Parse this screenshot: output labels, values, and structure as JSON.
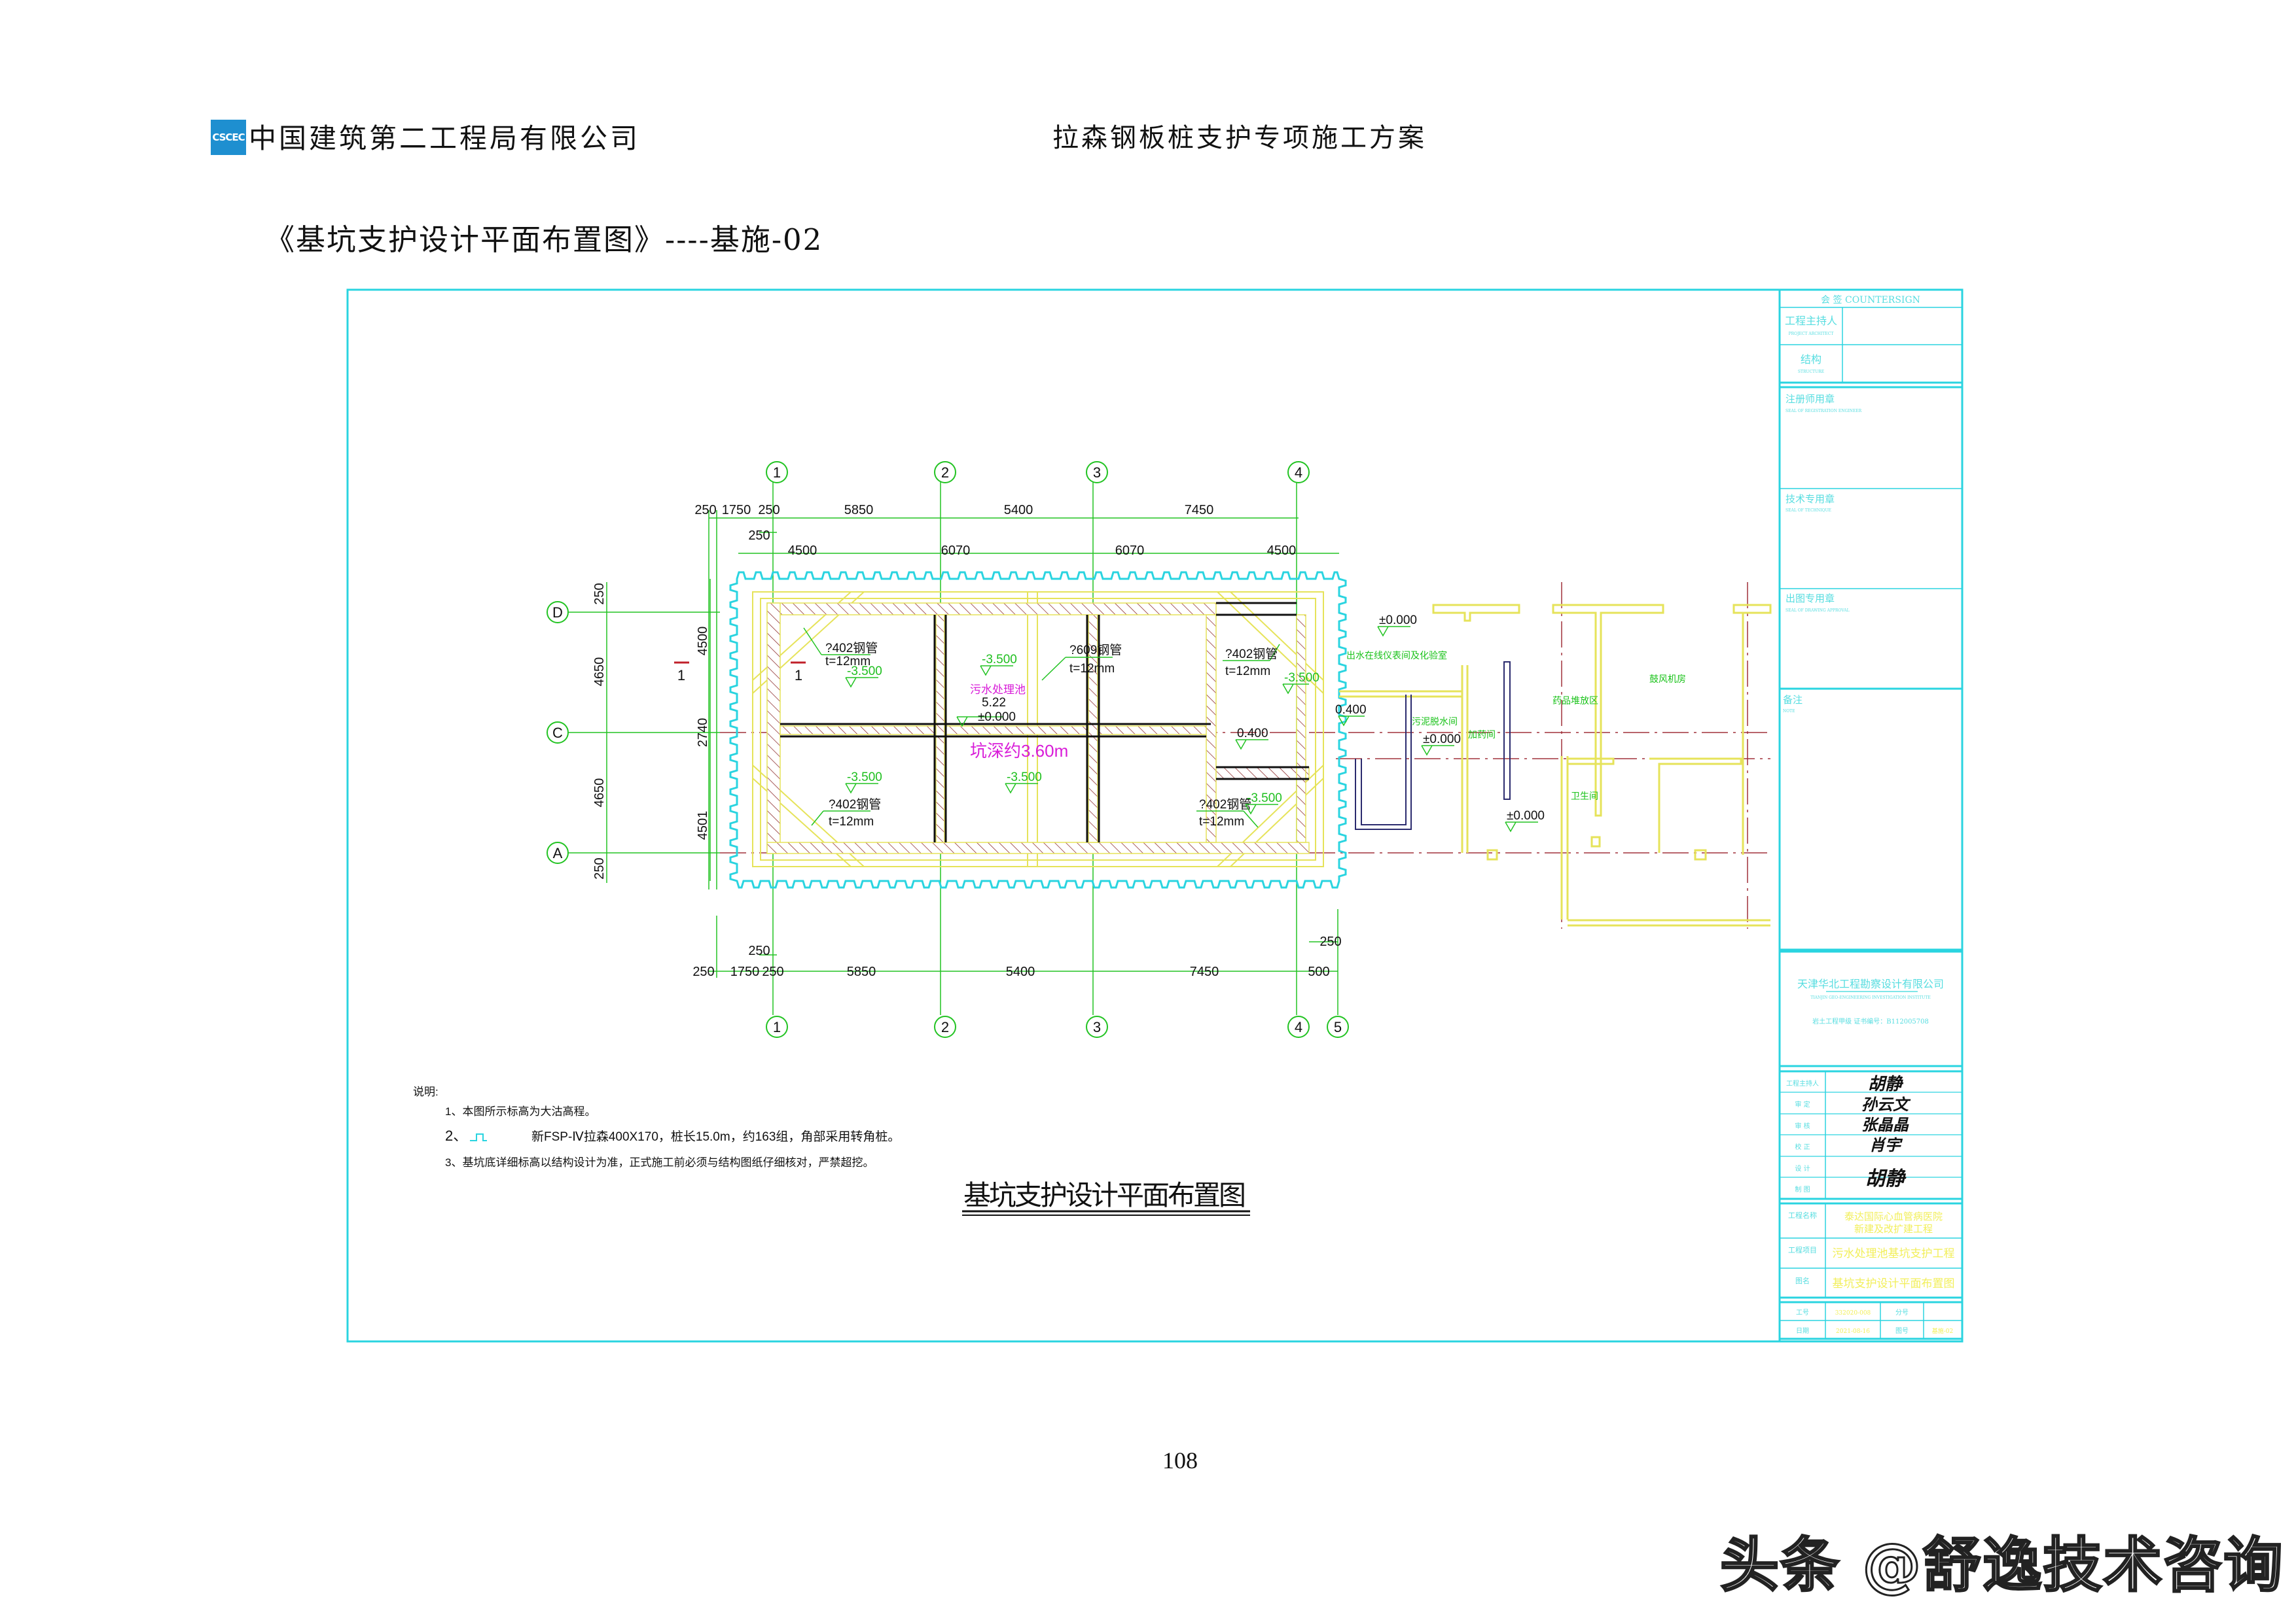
{
  "header": {
    "logo_text": "CSCEC",
    "company": "中国建筑第二工程局有限公司",
    "document_title": "拉森钢板桩支护专项施工方案"
  },
  "subtitle": "《基坑支护设计平面布置图》----基施-02",
  "drawing": {
    "grid_columns": [
      "1",
      "2",
      "3",
      "4",
      "5"
    ],
    "grid_rows": [
      "D",
      "C",
      "A"
    ],
    "dimensions": {
      "top_row1": [
        "250",
        "1750",
        "250",
        "5850",
        "5400",
        "7450"
      ],
      "top_row2": [
        "250"
      ],
      "top_row3": [
        "4500",
        "6070",
        "6070",
        "4500"
      ],
      "bottom_extra": [
        "250",
        "250"
      ],
      "bottom_row": [
        "250",
        "1750",
        "250",
        "5850",
        "5400",
        "7450",
        "500"
      ],
      "left_outer": [
        "250",
        "4650",
        "4650",
        "250"
      ],
      "left_inner": [
        "4500",
        "2740",
        "4501"
      ]
    },
    "section_mark": "1",
    "pipe_labels": [
      {
        "size": "?402钢管",
        "thickness": "t=12mm"
      },
      {
        "size": "?609钢管",
        "thickness": "t=12mm"
      },
      {
        "size": "?402钢管",
        "thickness": "t=12mm"
      },
      {
        "size": "?402钢管",
        "thickness": "t=12mm"
      },
      {
        "size": "?402钢管",
        "thickness": "t=12mm"
      }
    ],
    "elevations": [
      "-3.500",
      "-3.500",
      "-3.500",
      "-3.500",
      "-3.500",
      "-3.500",
      "0.400",
      "±0.000",
      "0.400",
      "±0.000",
      "±0.000"
    ],
    "pool_name": "污水处理池",
    "pool_value": "5.22",
    "pool_elevation": "±0.000",
    "pit_depth": "坑深约3.60m",
    "rooms": [
      "出水在线仪表间及化验室",
      "污泥脱水间",
      "加药间",
      "药品堆放区",
      "鼓风机房",
      "卫生间"
    ],
    "colors": {
      "sheet_pile": "#2ad4e0",
      "axis": "#22c322",
      "wall": "#e6e35a",
      "hatch": "#8b2a2a",
      "magenta": "#d81cd8",
      "frame": "#2ad4e0"
    }
  },
  "notes": {
    "heading": "说明:",
    "items": [
      "1、本图所示标高为大沽高程。",
      "2、",
      "新FSP-Ⅳ拉森400X170，桩长15.0m，约163组，角部采用转角桩。",
      "3、基坑底详细标高以结构设计为准，正式施工前必须与结构图纸仔细核对，严禁超挖。"
    ]
  },
  "drawing_title": "基坑支护设计平面布置图",
  "title_block": {
    "countersign": "会 签  COUNTERSIGN",
    "countersign_rows": [
      {
        "cn": "工程主持人",
        "en": "PROJECT ARCHITECT"
      },
      {
        "cn": "结构",
        "en": "STRUCTURE"
      }
    ],
    "seals": [
      {
        "cn": "注册师用章",
        "en": "SEAL OF REGISTRATION ENGINEER"
      },
      {
        "cn": "技术专用章",
        "en": "SEAL OF TECHNIQUE"
      },
      {
        "cn": "出图专用章",
        "en": "SEAL OF DRAWING APPROVAL"
      }
    ],
    "note": {
      "cn": "备注",
      "en": "NOTE"
    },
    "company_cn": "天津华北工程勘察设计有限公司",
    "company_en": "TIANJIN GEO-ENGINEERING INVESTIGATION INSTITUTE",
    "qualification": "岩土工程甲级    证书编号：B112005708",
    "roles": [
      "工程主持人",
      "审    定",
      "审    核",
      "校    正",
      "设    计",
      "制    图"
    ],
    "signatures": [
      "胡静",
      "孙云文",
      "张晶晶",
      "肖宇",
      "胡静"
    ],
    "project_name_label": "工程名称",
    "project_name": [
      "泰达国际心血管病医院",
      "新建及改扩建工程"
    ],
    "project_item_label": "工程项目",
    "project_item": "污水处理池基坑支护工程",
    "drawing_name_label": "图名",
    "drawing_name": "基坑支护设计平面布置图",
    "job_no_label": "工号",
    "job_no": "332020-008",
    "sub_no_label": "分号",
    "date_label": "日期",
    "date": "2021-08-16",
    "drawing_no_label": "图号",
    "drawing_no": "基施-02"
  },
  "page_number": "108",
  "watermark": "头条 @舒逸技术咨询"
}
